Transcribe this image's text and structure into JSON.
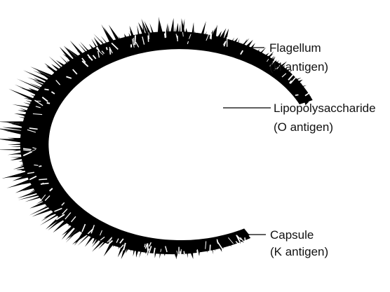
{
  "labels": {
    "flagellum": {
      "line1": "Flagellum",
      "line2": "(H antigen)"
    },
    "lps": {
      "line1": "Lipopolysaccharide",
      "line2": "(O antigen)"
    },
    "capsule": {
      "line1": "Capsule",
      "line2": "(K antigen)"
    }
  },
  "colors": {
    "ink": "#000000",
    "background": "#ffffff",
    "text": "#111111"
  }
}
